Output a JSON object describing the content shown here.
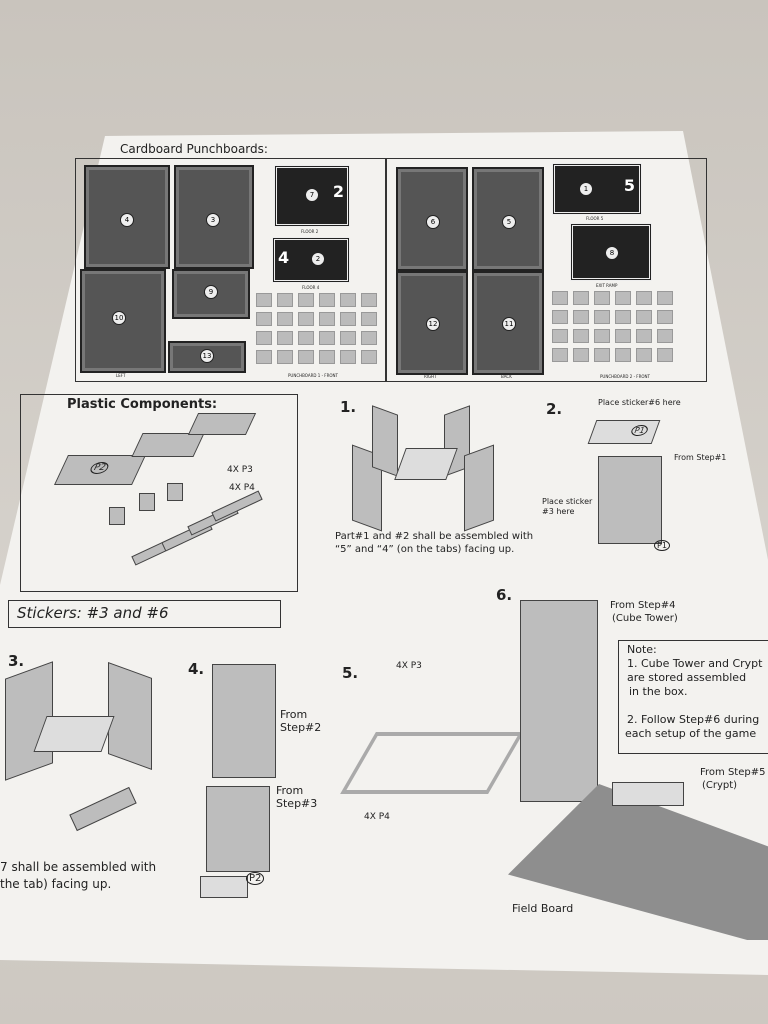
{
  "punchboards": {
    "title": "Cardboard Punchboards:",
    "labels": {
      "floor2": "FLOOR 2",
      "floor4": "FLOOR 4",
      "floor5": "FLOOR 5",
      "exit": "EXIT RAMP",
      "left": "LEFT",
      "right": "RIGHT",
      "back": "BACK",
      "pb1": "PUNCHBOARD 1 - FRONT",
      "pb2": "PUNCHBOARD 2 - FRONT"
    },
    "numbers": {
      "n4": "4",
      "n3": "3",
      "n10": "10",
      "n9": "9",
      "n13": "13",
      "n6": "6",
      "n5": "5",
      "n12": "12",
      "n11": "11",
      "n7": "7",
      "n2": "2",
      "n1": "1",
      "n8": "8",
      "big2": "2",
      "big4": "4",
      "big5": "5"
    }
  },
  "plastic": {
    "title": "Plastic Components:",
    "p2": "P2",
    "p3": "4X P3",
    "p4": "4X P4"
  },
  "stickers": {
    "title": "Stickers: #3 and #6"
  },
  "step1": {
    "num": "1.",
    "line1": "Part#1 and #2 shall be assembled with",
    "line2": "“5” and “4” (on the tabs) facing up."
  },
  "step2": {
    "num": "2.",
    "sticker6": "Place sticker#6 here",
    "from": "From Step#1",
    "sticker3a": "Place sticker",
    "sticker3b": "#3 here",
    "p1a": "P1",
    "p1b": "P1"
  },
  "step3": {
    "num": "3.",
    "line1": "7 shall be assembled with",
    "line2": " the tab) facing up."
  },
  "step4": {
    "num": "4.",
    "from2a": "From",
    "from2b": "Step#2",
    "from3a": "From",
    "from3b": "Step#3",
    "p2": "P2"
  },
  "step5": {
    "num": "5.",
    "p3": "4X P3",
    "p4": "4X P4"
  },
  "step6": {
    "num": "6.",
    "from4a": "From Step#4",
    "from4b": "(Cube Tower)",
    "from5a": "From Step#5",
    "from5b": "(Crypt)",
    "field": "Field Board"
  },
  "note": {
    "title": "Note:",
    "l1": "1. Cube Tower and Crypt",
    "l2": "are stored assembled",
    "l3": "in the box.",
    "l4": "2. Follow Step#6 during",
    "l5": "each setup of the game"
  }
}
